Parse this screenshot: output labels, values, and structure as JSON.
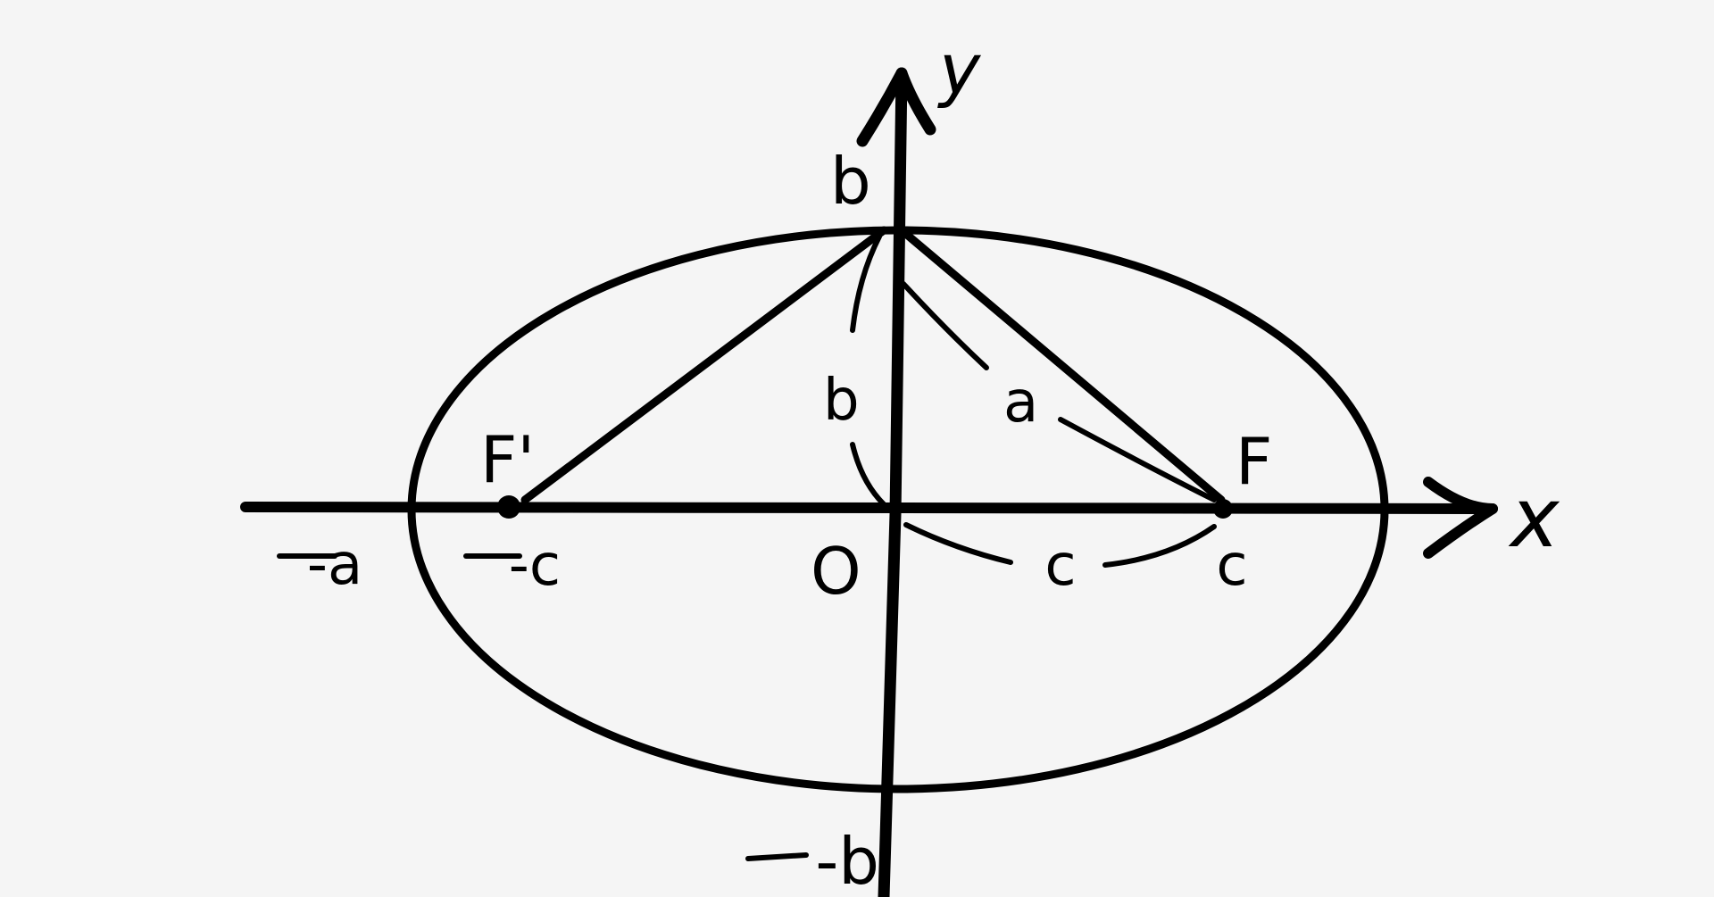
{
  "diagram": {
    "axes": {
      "x_label": "x",
      "y_label": "y"
    },
    "points": {
      "left_focus": "F'",
      "right_focus": "F",
      "origin": "O"
    },
    "axis_labels": {
      "neg_a": "-a",
      "neg_c": "-c",
      "pos_c": "c",
      "top_b": "b",
      "bottom_neg_b": "-b"
    },
    "segment_labels": {
      "inner_b": "b",
      "slant_a": "a",
      "base_c": "c"
    },
    "stroke_color": "#000000",
    "background_color": "#f5f5f5"
  }
}
